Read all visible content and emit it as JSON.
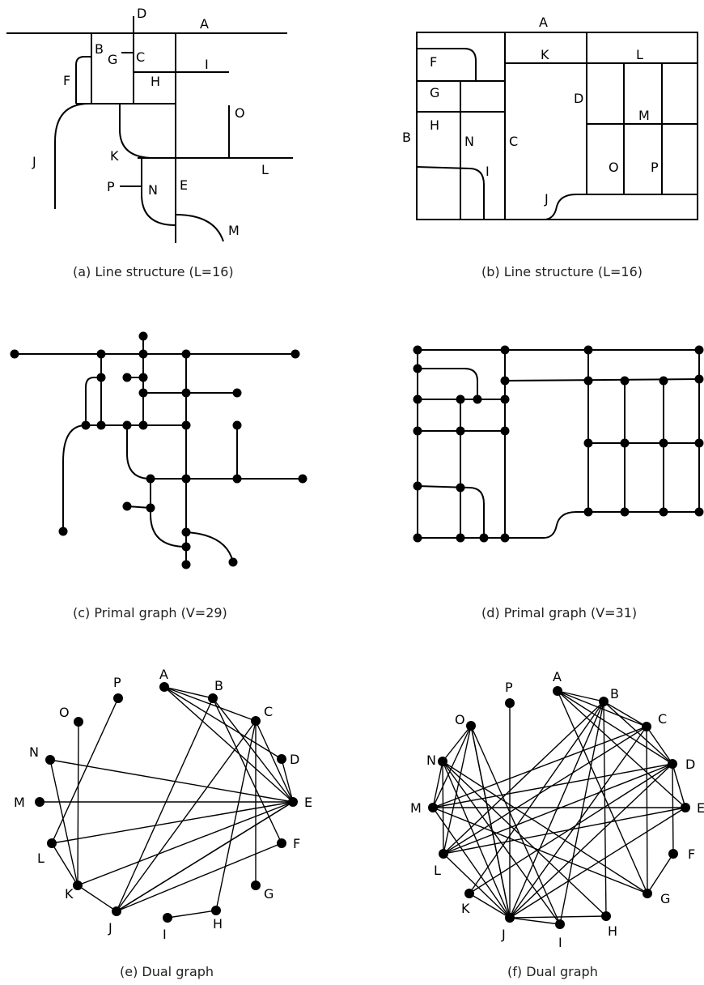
{
  "panels": {
    "a": {
      "caption": "(a) Line structure (L=16)",
      "labels": [
        "A",
        "B",
        "C",
        "D",
        "E",
        "F",
        "G",
        "H",
        "I",
        "J",
        "K",
        "L",
        "M",
        "N",
        "O",
        "P"
      ]
    },
    "b": {
      "caption": "(b) Line structure (L=16)",
      "labels": [
        "A",
        "B",
        "C",
        "D",
        "F",
        "G",
        "H",
        "I",
        "J",
        "K",
        "L",
        "M",
        "N",
        "O",
        "P"
      ]
    },
    "c": {
      "caption": "(c) Primal graph (V=29)"
    },
    "d": {
      "caption": "(d) Primal graph (V=31)"
    },
    "e": {
      "caption": "(e) Dual graph",
      "nodes": [
        "A",
        "B",
        "C",
        "D",
        "E",
        "F",
        "G",
        "H",
        "I",
        "J",
        "K",
        "L",
        "M",
        "N",
        "O",
        "P"
      ],
      "edges": [
        [
          "A",
          "B"
        ],
        [
          "A",
          "C"
        ],
        [
          "A",
          "D"
        ],
        [
          "A",
          "E"
        ],
        [
          "B",
          "E"
        ],
        [
          "B",
          "F"
        ],
        [
          "B",
          "J"
        ],
        [
          "C",
          "E"
        ],
        [
          "C",
          "G"
        ],
        [
          "C",
          "H"
        ],
        [
          "C",
          "J"
        ],
        [
          "D",
          "E"
        ],
        [
          "E",
          "J"
        ],
        [
          "E",
          "K"
        ],
        [
          "E",
          "L"
        ],
        [
          "E",
          "M"
        ],
        [
          "E",
          "N"
        ],
        [
          "F",
          "J"
        ],
        [
          "H",
          "I"
        ],
        [
          "J",
          "K"
        ],
        [
          "K",
          "L"
        ],
        [
          "K",
          "N"
        ],
        [
          "K",
          "O"
        ],
        [
          "L",
          "P"
        ],
        [
          "J",
          "E"
        ]
      ]
    },
    "f": {
      "caption": "(f) Dual graph",
      "nodes": [
        "A",
        "B",
        "C",
        "D",
        "E",
        "F",
        "G",
        "H",
        "I",
        "J",
        "K",
        "L",
        "M",
        "N",
        "O",
        "P"
      ],
      "edges": [
        [
          "A",
          "B"
        ],
        [
          "A",
          "C"
        ],
        [
          "A",
          "D"
        ],
        [
          "A",
          "E"
        ],
        [
          "A",
          "G"
        ],
        [
          "B",
          "C"
        ],
        [
          "B",
          "D"
        ],
        [
          "B",
          "H"
        ],
        [
          "B",
          "I"
        ],
        [
          "B",
          "J"
        ],
        [
          "B",
          "K"
        ],
        [
          "B",
          "L"
        ],
        [
          "C",
          "D"
        ],
        [
          "C",
          "J"
        ],
        [
          "C",
          "L"
        ],
        [
          "C",
          "G"
        ],
        [
          "C",
          "M"
        ],
        [
          "D",
          "E"
        ],
        [
          "D",
          "J"
        ],
        [
          "D",
          "K"
        ],
        [
          "D",
          "M"
        ],
        [
          "D",
          "F"
        ],
        [
          "D",
          "L"
        ],
        [
          "E",
          "J"
        ],
        [
          "E",
          "M"
        ],
        [
          "E",
          "L"
        ],
        [
          "F",
          "G"
        ],
        [
          "G",
          "M"
        ],
        [
          "G",
          "N"
        ],
        [
          "H",
          "N"
        ],
        [
          "H",
          "J"
        ],
        [
          "I",
          "J"
        ],
        [
          "I",
          "O"
        ],
        [
          "I",
          "N"
        ],
        [
          "J",
          "K"
        ],
        [
          "J",
          "L"
        ],
        [
          "J",
          "M"
        ],
        [
          "J",
          "N"
        ],
        [
          "J",
          "O"
        ],
        [
          "J",
          "P"
        ],
        [
          "L",
          "O"
        ],
        [
          "L",
          "N"
        ],
        [
          "M",
          "N"
        ],
        [
          "M",
          "O"
        ],
        [
          "N",
          "O"
        ],
        [
          "O",
          "J"
        ]
      ]
    }
  }
}
